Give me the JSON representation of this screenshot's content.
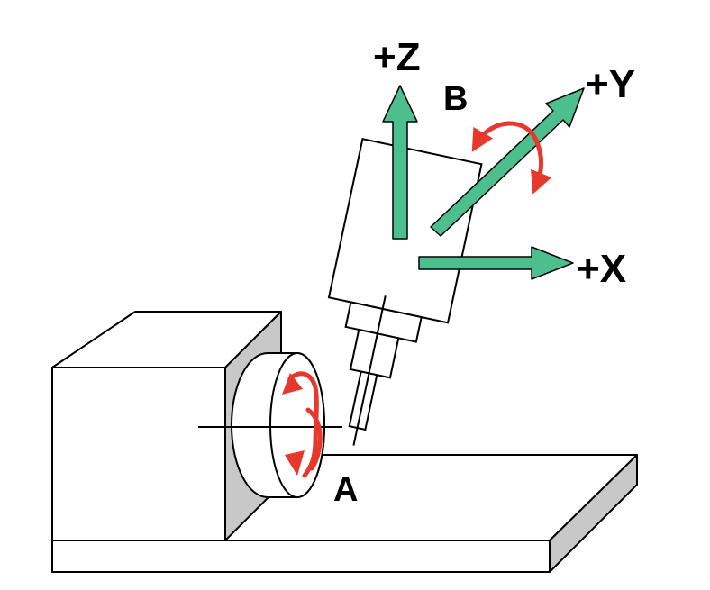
{
  "labels": {
    "z": "+Z",
    "y": "+Y",
    "x": "+X",
    "b": "B",
    "a": "A"
  },
  "colors": {
    "axis_arrow": "#4dbf8f",
    "rotation_arrow": "#e8382b",
    "outline": "#000000",
    "shade": "#c8c8c8",
    "fill": "#ffffff"
  },
  "icons": {
    "axis": "straight-arrow",
    "rotation": "curved-arrow"
  }
}
